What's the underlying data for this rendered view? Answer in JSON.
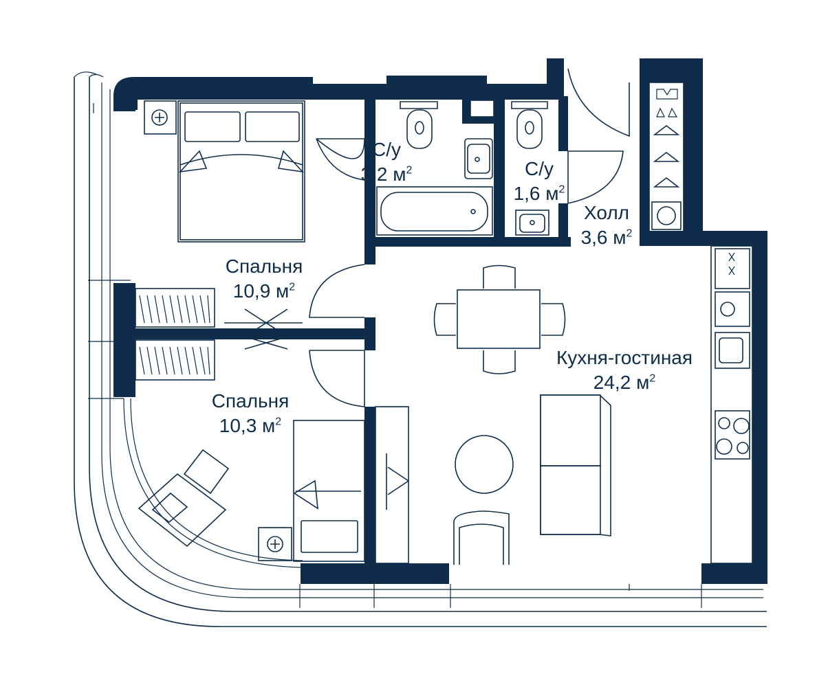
{
  "colors": {
    "wall": "#0f2d4a",
    "background": "#ffffff"
  },
  "unit": "м",
  "unit_power": "2",
  "rooms": [
    {
      "name": "Спальня",
      "area": "10,9"
    },
    {
      "name": "С/у",
      "area": "3,2"
    },
    {
      "name": "С/у",
      "area": "1,6"
    },
    {
      "name": "Холл",
      "area": "3,6"
    },
    {
      "name": "Кухня-гостиная",
      "area": "24,2"
    },
    {
      "name": "Спальня",
      "area": "10,3"
    }
  ],
  "icons": [
    "bed-icon",
    "toilet-icon",
    "bathtub-icon",
    "sink-icon",
    "dining-table-icon",
    "sofa-icon",
    "armchair-icon",
    "round-table-icon",
    "desk-icon",
    "stove-icon",
    "washing-machine-icon",
    "wardrobe-icon",
    "hanger-icon",
    "nightstand-icon"
  ]
}
